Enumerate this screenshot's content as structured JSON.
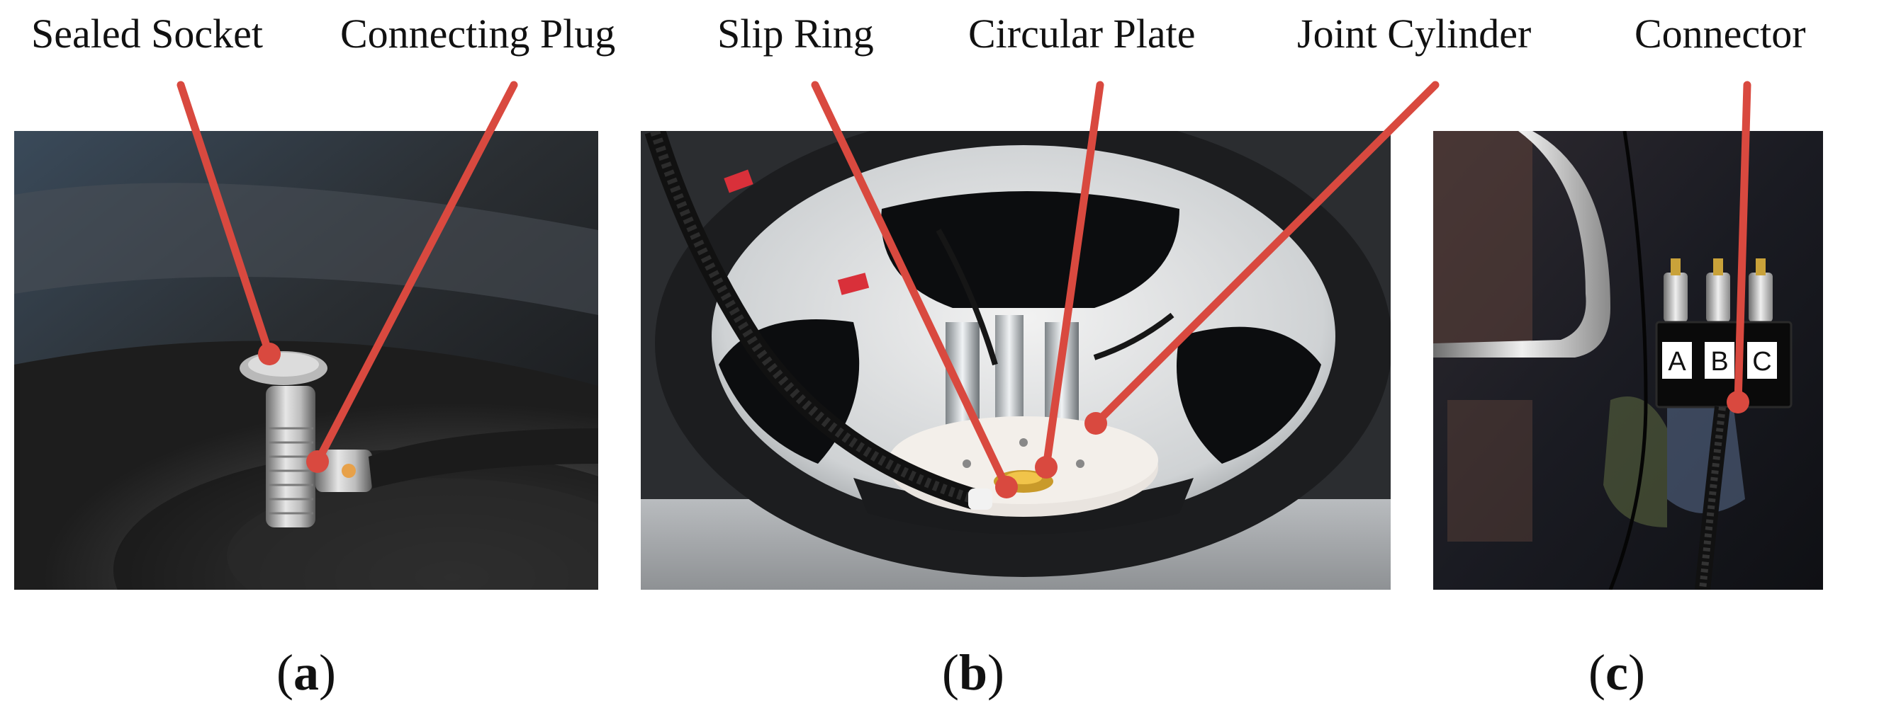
{
  "labels": {
    "sealed_socket": "Sealed Socket",
    "connecting_plug": "Connecting Plug",
    "slip_ring": "Slip Ring",
    "circular_plate": "Circular Plate",
    "joint_cylinder": "Joint Cylinder",
    "connector": "Connector"
  },
  "captions": {
    "a": "a",
    "b": "b",
    "c": "c"
  },
  "connector_box_letters": [
    "A",
    "B",
    "C"
  ],
  "colors": {
    "callout_line": "#d9493f",
    "text": "#111111",
    "background": "#ffffff"
  }
}
